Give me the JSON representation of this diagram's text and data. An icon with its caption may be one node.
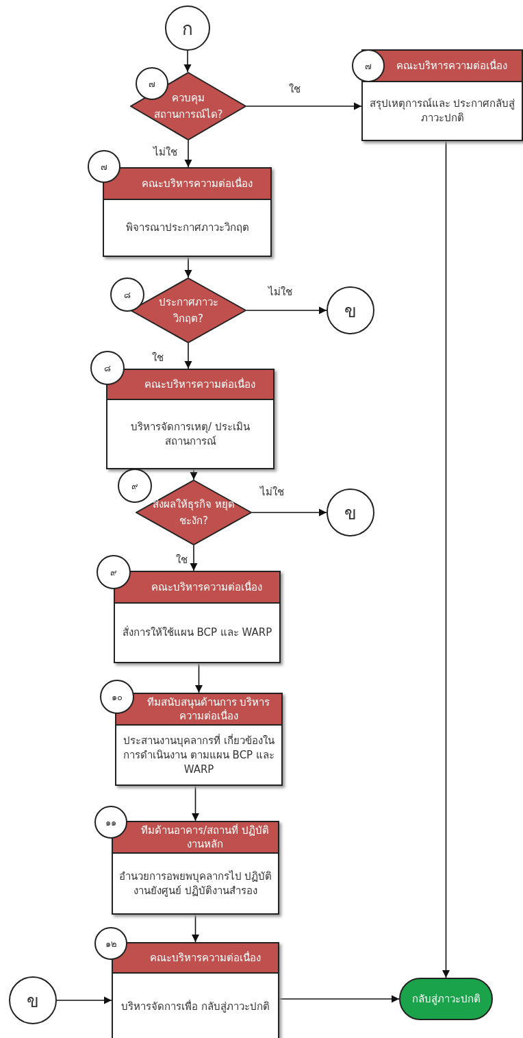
{
  "diagram": {
    "nodes": [
      {
        "text": [
          "ก"
        ]
      },
      {
        "text": [
          "๗"
        ]
      },
      {
        "text": [
          "ควบคุม สถานการณ์ได?"
        ]
      },
      {
        "text": [
          "๗"
        ]
      },
      {
        "text": [
          "คณะบริหารความต่อเนื่อง",
          "สรุปเหตุการณ์และ ประกาศกลับสู่ภาวะปกติ"
        ]
      },
      {
        "text": [
          "๗"
        ]
      },
      {
        "text": [
          "คณะบริหารความต่อเนื่อง",
          "พิจารณาประกาศภาวะวิกฤต"
        ]
      },
      {
        "text": [
          "๘"
        ]
      },
      {
        "text": [
          "ประกาศภาวะ วิกฤต?"
        ]
      },
      {
        "text": [
          "ข"
        ]
      },
      {
        "text": [
          "๘"
        ]
      },
      {
        "text": [
          "คณะบริหารความต่อเนื่อง",
          "บริหารจัดการเหตุ/ ประเมินสถานการณ์"
        ]
      },
      {
        "text": [
          "๙"
        ]
      },
      {
        "text": [
          "ส่งผลให้ธุรกิจ หยุดชะงัก?"
        ]
      },
      {
        "text": [
          "ข"
        ]
      },
      {
        "text": [
          "๙"
        ]
      },
      {
        "text": [
          "คณะบริหารความต่อเนื่อง",
          "สั่งการให้ใช้แผน BCP และ WARP"
        ]
      },
      {
        "text": [
          "๑๐"
        ]
      },
      {
        "text": [
          "ทีมสนับสนุนด้านการ บริหารความต่อเนื่อง",
          "ประสานงานบุคลากรที่ เกี่ยวข้องในการดำเนินงาน ตามแผน BCP และ WARP"
        ]
      },
      {
        "text": [
          "๑๑"
        ]
      },
      {
        "text": [
          "ทีมด้านอาคาร/สถานที่ ปฏิบัติงานหลัก",
          "อำนวยการอพยพบุคลากรไป ปฏิบัติงานยังศูนย์ ปฏิบัติงานสำรอง"
        ]
      },
      {
        "text": [
          "๑๒"
        ]
      },
      {
        "text": [
          "คณะบริหารความต่อเนื่อง",
          "บริหารจัดการเพื่อ กลับสู่ภาวะปกติ"
        ]
      },
      {
        "text": [
          "ข"
        ]
      },
      {
        "text": [
          "กลับสู่ภาวะปกติ"
        ]
      }
    ],
    "edges": [
      {
        "from": 0,
        "to": 2,
        "arrow": "to"
      },
      {
        "from": 2,
        "to": 4,
        "arrow": "to",
        "label": "ใช"
      },
      {
        "from": 2,
        "to": 6,
        "arrow": "to",
        "label": "ไม่ใช"
      },
      {
        "from": 6,
        "to": 8,
        "arrow": "to"
      },
      {
        "from": 8,
        "to": 9,
        "arrow": "to",
        "label": "ไม่ใช"
      },
      {
        "from": 8,
        "to": 11,
        "arrow": "to",
        "label": "ใช"
      },
      {
        "from": 11,
        "to": 13,
        "arrow": "to"
      },
      {
        "from": 13,
        "to": 14,
        "arrow": "to",
        "label": "ไม่ใช"
      },
      {
        "from": 13,
        "to": 16,
        "arrow": "to",
        "label": "ใช"
      },
      {
        "from": 16,
        "to": 18,
        "arrow": "to"
      },
      {
        "from": 18,
        "to": 20,
        "arrow": "to"
      },
      {
        "from": 20,
        "to": 22,
        "arrow": "to"
      },
      {
        "from": 23,
        "to": 22,
        "arrow": "to"
      },
      {
        "from": 22,
        "to": 24,
        "arrow": "to"
      },
      {
        "from": 4,
        "to": 24,
        "arrow": "to"
      }
    ]
  }
}
